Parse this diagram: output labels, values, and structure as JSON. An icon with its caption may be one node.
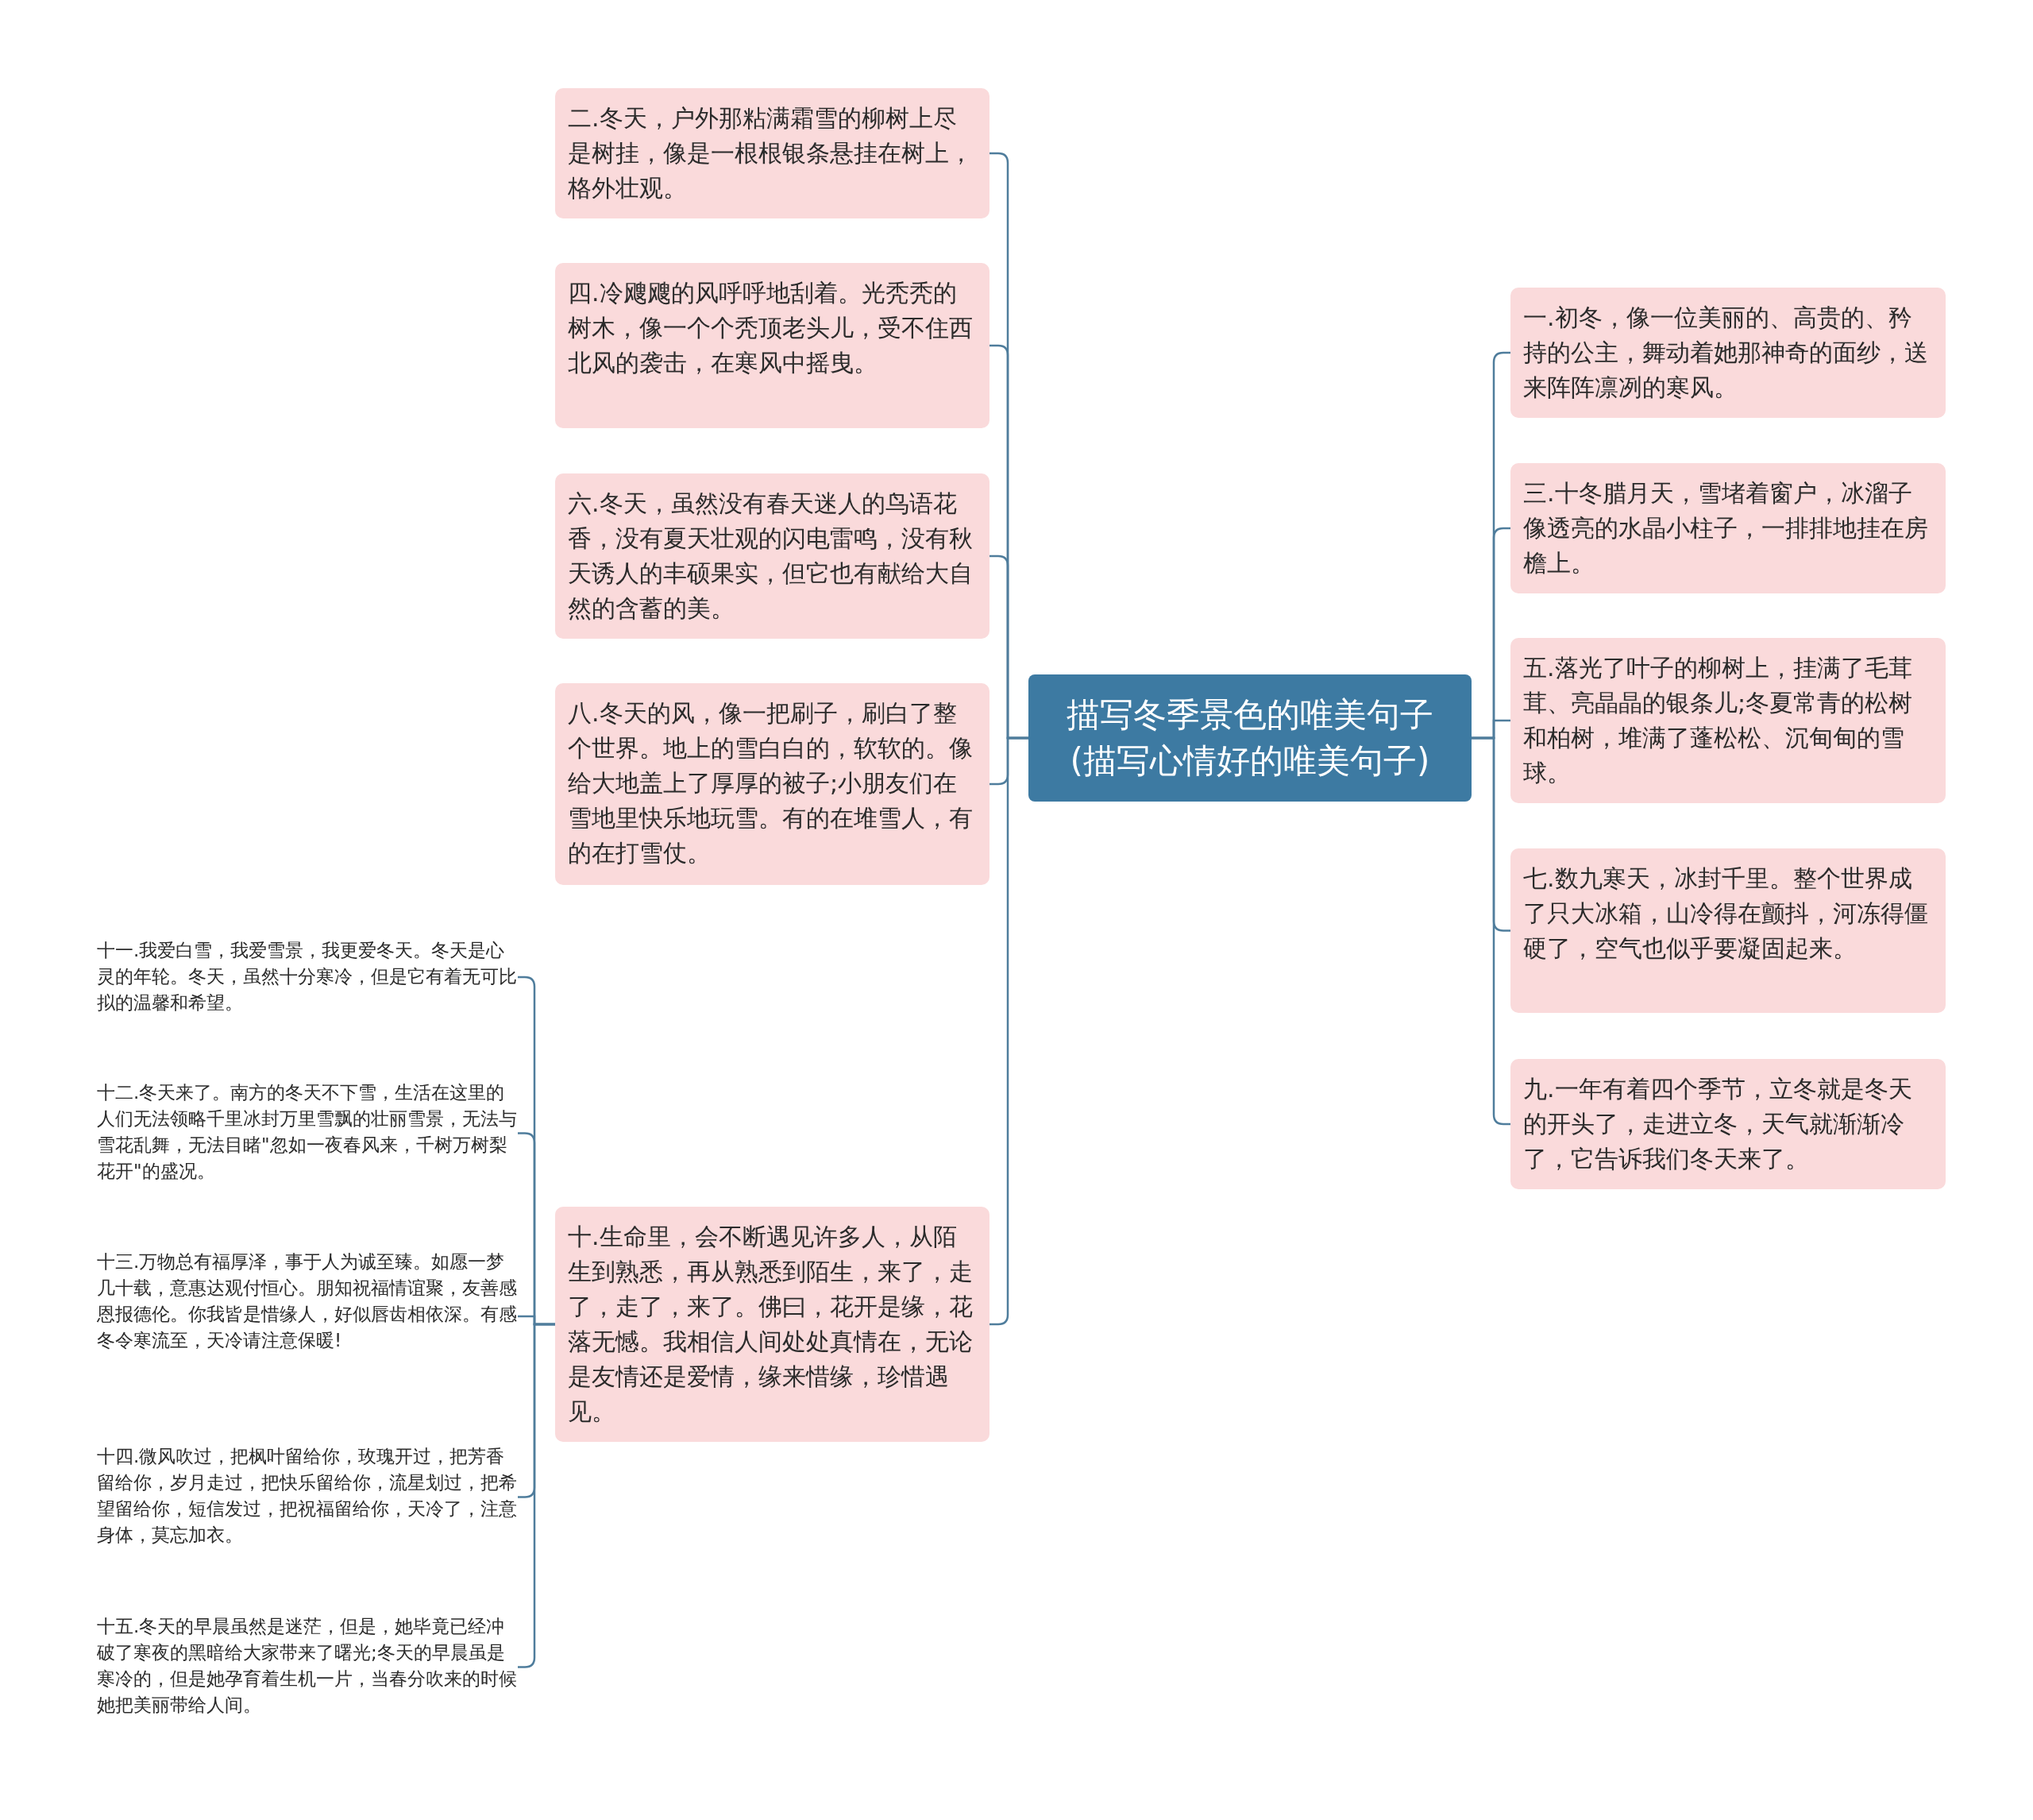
{
  "diagram": {
    "nodes": [
      {
        "text": [
          "描写冬季景色的唯美句子(描写心情好的唯美句子)"
        ]
      },
      {
        "text": [
          "二.冬天，户外那粘满霜雪的柳树上尽是树挂，像是一根根银条悬挂在树上，格外壮观。"
        ]
      },
      {
        "text": [
          "四.冷飕飕的风呼呼地刮着。光秃秃的树木，像一个个秃顶老头儿，受不住西北风的袭击，在寒风中摇曳。"
        ]
      },
      {
        "text": [
          "六.冬天，虽然没有春天迷人的鸟语花香，没有夏天壮观的闪电雷鸣，没有秋天诱人的丰硕果实，但它也有献给大自然的含蓄的美。"
        ]
      },
      {
        "text": [
          "八.冬天的风，像一把刷子，刷白了整个世界。地上的雪白白的，软软的。像给大地盖上了厚厚的被子;小朋友们在雪地里快乐地玩雪。有的在堆雪人，有的在打雪仗。"
        ]
      },
      {
        "text": [
          "十.生命里，会不断遇见许多人，从陌生到熟悉，再从熟悉到陌生，来了，走了，走了，来了。佛曰，花开是缘，花落无憾。我相信人间处处真情在，无论是友情还是爱情，缘来惜缘，珍惜遇见。"
        ]
      },
      {
        "text": [
          "十一.我爱白雪，我爱雪景，我更爱冬天。冬天是心灵的年轮。冬天，虽然十分寒冷，但是它有着无可比拟的温馨和希望。"
        ]
      },
      {
        "text": [
          "十二.冬天来了。南方的冬天不下雪，生活在这里的人们无法领略千里冰封万里雪飘的壮丽雪景，无法与雪花乱舞，无法目睹\"忽如一夜春风来，千树万树梨花开\"的盛况。"
        ]
      },
      {
        "text": [
          "十三.万物总有福厚泽，事于人为诚至臻。如愿一梦几十载，意惠达观付恒心。朋知祝福情谊聚，友善感恩报德伦。你我皆是惜缘人，好似唇齿相依深。有感冬令寒流至，天冷请注意保暖!"
        ]
      },
      {
        "text": [
          "十四.微风吹过，把枫叶留给你，玫瑰开过，把芳香留给你，岁月走过，把快乐留给你，流星划过，把希望留给你，短信发过，把祝福留给你，天冷了，注意身体，莫忘加衣。"
        ]
      },
      {
        "text": [
          "十五.冬天的早晨虽然是迷茫，但是，她毕竟已经冲破了寒夜的黑暗给大家带来了曙光;冬天的早晨虽是寒冷的，但是她孕育着生机一片，当春分吹来的时候她把美丽带给人间。"
        ]
      },
      {
        "text": [
          "一.初冬，像一位美丽的、高贵的、矜持的公主，舞动着她那神奇的面纱，送来阵阵凛冽的寒风。"
        ]
      },
      {
        "text": [
          "三.十冬腊月天，雪堵着窗户，冰溜子像透亮的水晶小柱子，一排排地挂在房檐上。"
        ]
      },
      {
        "text": [
          "五.落光了叶子的柳树上，挂满了毛茸茸、亮晶晶的银条儿;冬夏常青的松树和柏树，堆满了蓬松松、沉甸甸的雪球。"
        ]
      },
      {
        "text": [
          "七.数九寒天，冰封千里。整个世界成了只大冰箱，山冷得在颤抖，河冻得僵硬了，空气也似乎要凝固起来。"
        ]
      },
      {
        "text": [
          "九.一年有着四个季节，立冬就是冬天的开头了，走进立冬，天气就渐渐冷了，它告诉我们冬天来了。"
        ]
      }
    ],
    "edges": [
      {
        "from": 0,
        "to": 1,
        "arrow": "none"
      },
      {
        "from": 0,
        "to": 2,
        "arrow": "none"
      },
      {
        "from": 0,
        "to": 3,
        "arrow": "none"
      },
      {
        "from": 0,
        "to": 4,
        "arrow": "none"
      },
      {
        "from": 0,
        "to": 5,
        "arrow": "none"
      },
      {
        "from": 5,
        "to": 6,
        "arrow": "none"
      },
      {
        "from": 5,
        "to": 7,
        "arrow": "none"
      },
      {
        "from": 5,
        "to": 8,
        "arrow": "none"
      },
      {
        "from": 5,
        "to": 9,
        "arrow": "none"
      },
      {
        "from": 5,
        "to": 10,
        "arrow": "none"
      },
      {
        "from": 0,
        "to": 11,
        "arrow": "none"
      },
      {
        "from": 0,
        "to": 12,
        "arrow": "none"
      },
      {
        "from": 0,
        "to": 13,
        "arrow": "none"
      },
      {
        "from": 0,
        "to": 14,
        "arrow": "none"
      },
      {
        "from": 0,
        "to": 15,
        "arrow": "none"
      }
    ]
  }
}
